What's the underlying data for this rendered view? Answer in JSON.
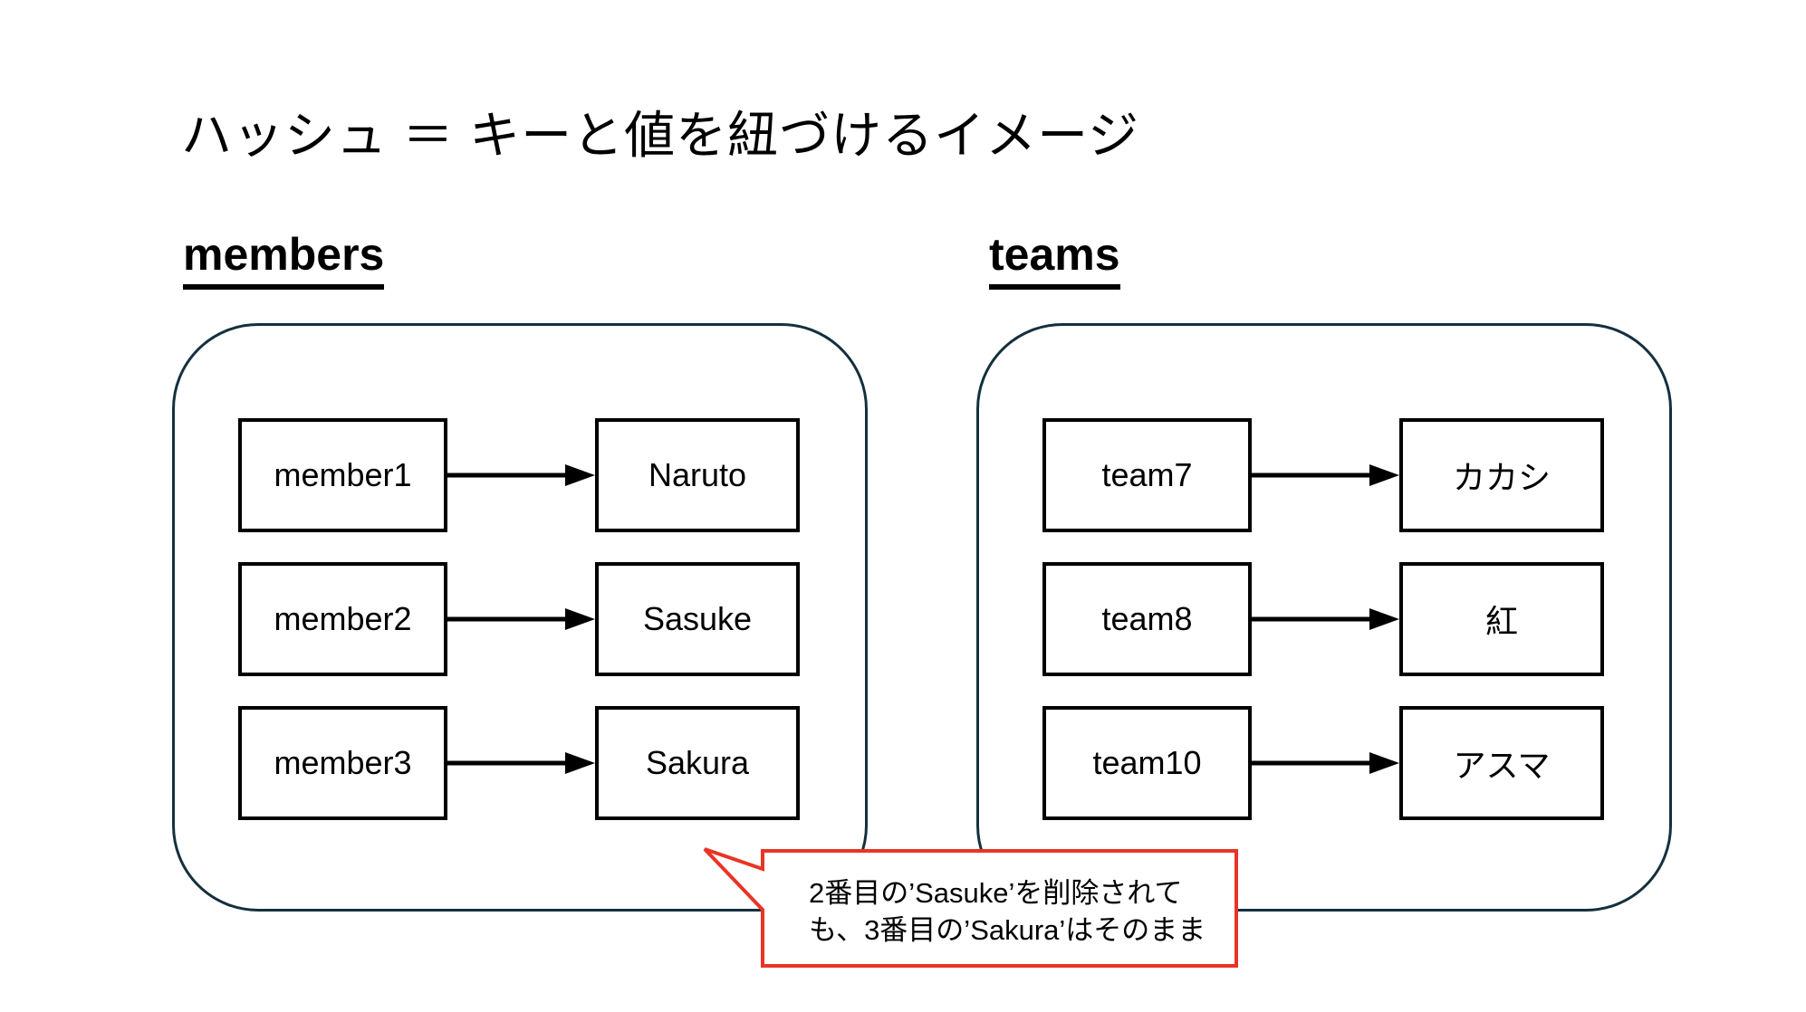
{
  "title": "ハッシュ ＝ キーと値を紐づけるイメージ",
  "sections": [
    {
      "heading": "members",
      "rows": [
        {
          "key": "member1",
          "value": "Naruto"
        },
        {
          "key": "member2",
          "value": "Sasuke"
        },
        {
          "key": "member3",
          "value": "Sakura"
        }
      ]
    },
    {
      "heading": "teams",
      "rows": [
        {
          "key": "team7",
          "value": "カカシ"
        },
        {
          "key": "team8",
          "value": "紅"
        },
        {
          "key": "team10",
          "value": "アスマ"
        }
      ]
    }
  ],
  "callout": {
    "lines": [
      "2番目の’Sasuke’を削除されて",
      "も、3番目の’Sakura’はそのまま"
    ]
  },
  "colors": {
    "container_border": "#15303e",
    "box_border": "#000000",
    "arrow": "#000000",
    "callout_border": "#e93425",
    "text": "#000000",
    "background": "#ffffff"
  }
}
